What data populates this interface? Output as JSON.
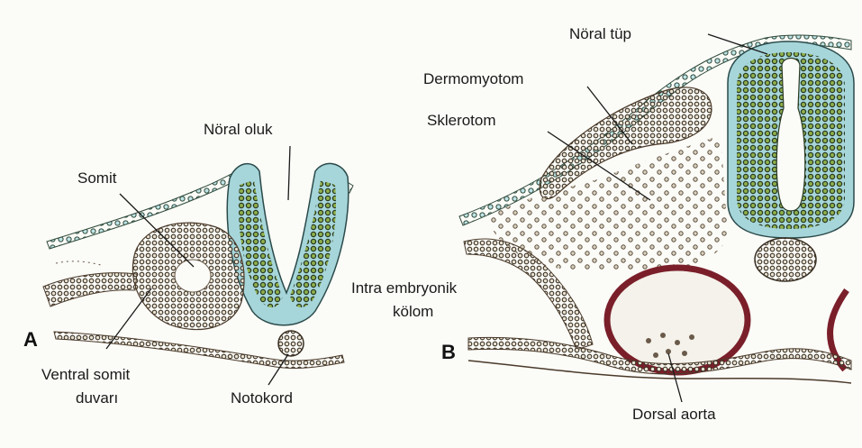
{
  "panels": {
    "a": "A",
    "b": "B"
  },
  "labels": {
    "noral_oluk": "Nöral oluk",
    "somit": "Somit",
    "ventral_somit_line1": "Ventral somit",
    "ventral_somit_line2": "duvarı",
    "notokord": "Notokord",
    "noral_tup": "Nöral tüp",
    "dermomyotom": "Dermomyotom",
    "sklerotom": "Sklerotom",
    "intra_line1": "Intra embryonik",
    "intra_line2": "kölom",
    "dorsal_aorta": "Dorsal aorta"
  },
  "colors": {
    "background": "#fbfbf7",
    "epithelium": "#9fd3d8",
    "cell_dark": "#2a3a22",
    "cell_green": "#8fb04a",
    "mesenchyme_cell": "#5a4a3a",
    "aorta_wall": "#7a1f2a",
    "ink": "#1a1a1a"
  }
}
